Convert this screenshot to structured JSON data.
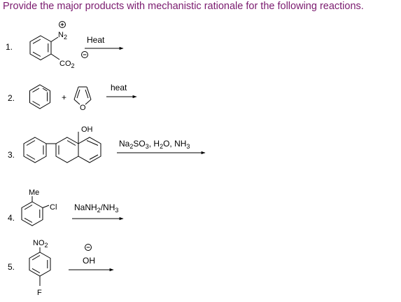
{
  "title": "Provide the major products with mechanistic rationale for the following reactions.",
  "reactions": [
    {
      "number": "1.",
      "atoms": {
        "plus_charge": "⊕",
        "n2": "N",
        "n2_sub": "2",
        "co2": "CO",
        "co2_sub": "2",
        "minus_charge": "⊖"
      },
      "reagent": "Heat"
    },
    {
      "number": "2.",
      "plus": "+",
      "atoms": {
        "oxygen": "O"
      },
      "reagent": "heat"
    },
    {
      "number": "3.",
      "atoms": {
        "hydroxyl": "OH"
      },
      "reagent_parts": [
        "Na",
        "2",
        "SO",
        "3",
        ", H",
        "2",
        "O, NH",
        "3"
      ]
    },
    {
      "number": "4.",
      "atoms": {
        "methyl": "Me",
        "chloro": "Cl"
      },
      "reagent_parts": [
        "NaNH",
        "2",
        "/NH",
        "3"
      ]
    },
    {
      "number": "5.",
      "atoms": {
        "no2": "NO",
        "no2_sub": "2",
        "fluoro": "F"
      },
      "reagent_charge": "⊖",
      "reagent": "OH"
    }
  ]
}
